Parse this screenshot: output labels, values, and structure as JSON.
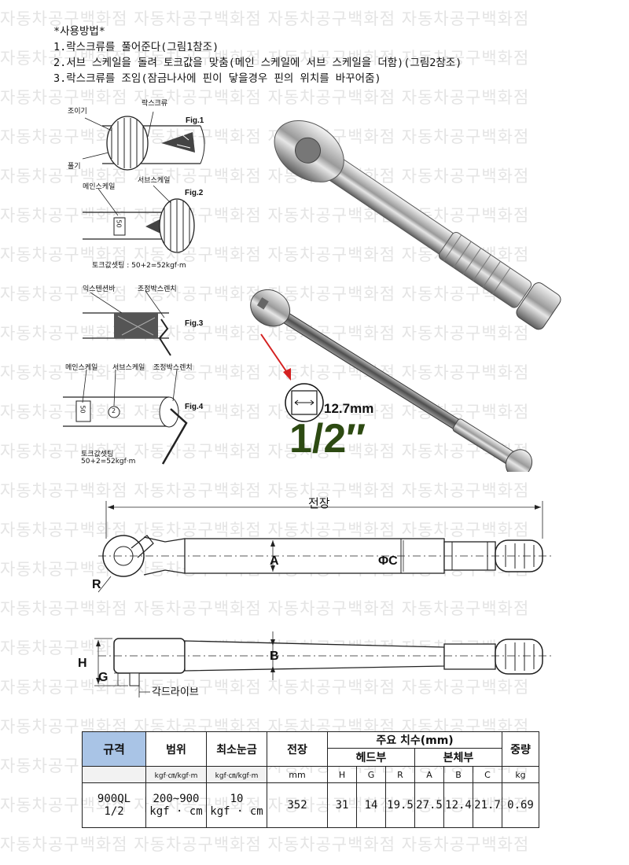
{
  "watermark": "자동차공구백화점",
  "instructions": {
    "title": "*사용방법*",
    "steps": [
      "1.락스크류를 풀어준다(그림1참조)",
      "2.서브 스케일을 돌려 토크값을 맞춤(메인 스케일에 서브 스케일을 더함)(그림2참조)",
      "3.락스크류를 조임(잠금나사에 핀이 닿을경우 핀의 위치를 바꾸어줌)"
    ]
  },
  "figures": {
    "fig1": {
      "label": "Fig.1",
      "callouts": [
        "조이기",
        "락스크류",
        "풀기"
      ]
    },
    "fig2": {
      "label": "Fig.2",
      "callouts": [
        "메인스케일",
        "서브스케일"
      ],
      "scale_value": "50",
      "caption": "토크값셋팅 : 50+2=52kgf·m"
    },
    "fig3": {
      "label": "Fig.3",
      "callouts": [
        "익스텐션바",
        "조정박스렌치"
      ]
    },
    "fig4": {
      "label": "Fig.4",
      "callouts": [
        "메인스케일",
        "서브스케일",
        "조정박스렌치"
      ],
      "main_value": "50",
      "sub_value": "2",
      "caption_line1": "토크값셋팅",
      "caption_line2": "50+2=52kgf·m"
    }
  },
  "drive": {
    "mm": "12.7mm",
    "inch": "1/2″"
  },
  "diagram": {
    "total_length_label": "전장",
    "labels": {
      "A": "A",
      "C": "ΦC",
      "R": "R",
      "H": "H",
      "G": "G",
      "B": "B"
    },
    "square_drive_label": "각드라이브"
  },
  "table": {
    "headers": {
      "spec": "규격",
      "range": "범위",
      "min_div": "최소눈금",
      "length": "전장",
      "main_dims": "주요 치수(mm)",
      "weight": "중량",
      "head": "헤드부",
      "body": "본체부"
    },
    "dim_columns": [
      "H",
      "G",
      "R",
      "A",
      "B",
      "C"
    ],
    "units": {
      "range": "kgf·㎝/kgf·m",
      "min_div": "kgf·㎝/kgf·m",
      "length": "mm",
      "weight": "kg"
    },
    "row": {
      "model": "900QL",
      "model_size": "1/2",
      "range_value": "200~900",
      "range_unit": "kgf · cm",
      "min_div_value": "10",
      "min_div_unit": "kgf · cm",
      "length": "352",
      "dims": [
        "31",
        "14",
        "19.5",
        "27.5",
        "12.4",
        "21.7"
      ],
      "weight": "0.69"
    }
  }
}
